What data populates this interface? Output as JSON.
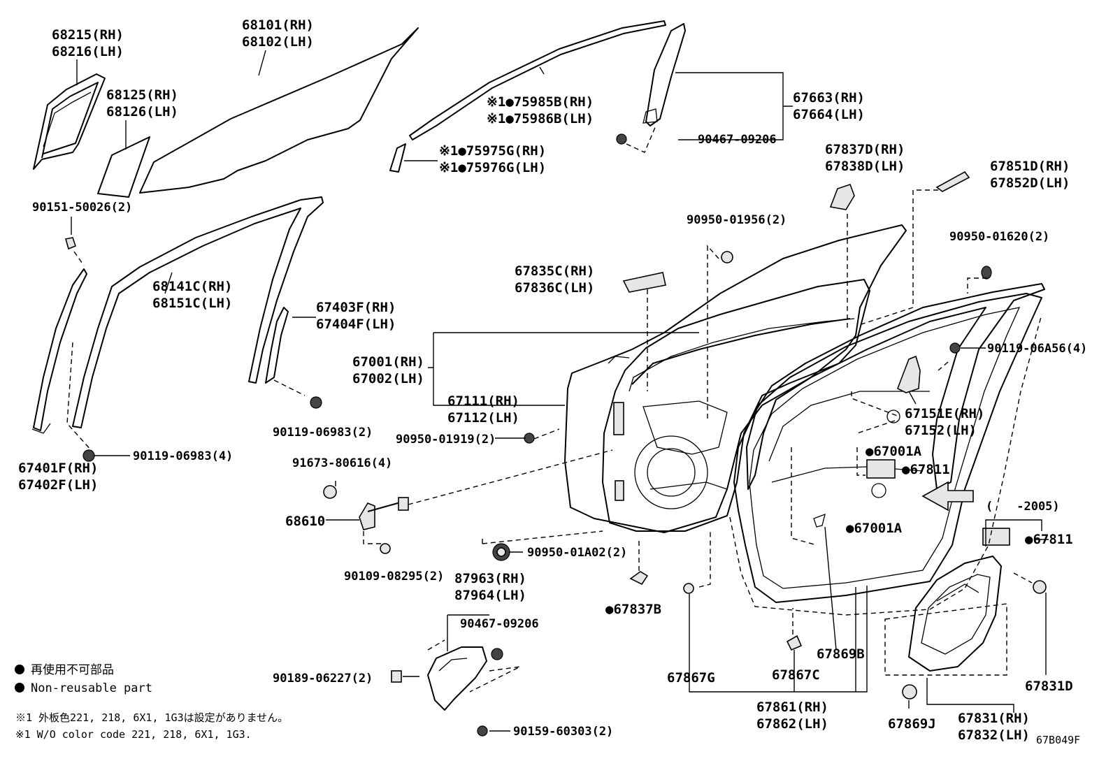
{
  "labels": {
    "p68215": "68215(RH)",
    "p68216": "68216(LH)",
    "p68101": "68101(RH)",
    "p68102": "68102(LH)",
    "p68125": "68125(RH)",
    "p68126": "68126(LH)",
    "p75985b": "※1●75985B(RH)",
    "p75986b": "※1●75986B(LH)",
    "p75975g": "※1●75975G(RH)",
    "p75976g": "※1●75976G(LH)",
    "p67663": "67663(RH)",
    "p67664": "67664(LH)",
    "p90467a": "90467-09206",
    "p90151": "90151-50026(2)",
    "p67837d": "67837D(RH)",
    "p67838d": "67838D(LH)",
    "p67851d": "67851D(RH)",
    "p67852d": "67852D(LH)",
    "p90950_1956": "90950-01956(2)",
    "p90950_1620": "90950-01620(2)",
    "p68141c": "68141C(RH)",
    "p68151c": "68151C(LH)",
    "p67835c": "67835C(RH)",
    "p67836c": "67836C(LH)",
    "p67403f": "67403F(RH)",
    "p67404f": "67404F(LH)",
    "p67001": "67001(RH)",
    "p67002": "67002(LH)",
    "p67111": "67111(RH)",
    "p67112": "67112(LH)",
    "p90119_a56": "90119-06A56(4)",
    "p67151e": "67151E(RH)",
    "p67152": "67152(LH)",
    "p90119_983_2": "90119-06983(2)",
    "p90950_1919": "90950-01919(2)",
    "p67001a1": "●67001A",
    "p67811a": "●67811",
    "p90119_983_4": "90119-06983(4)",
    "p67401f": "67401F(RH)",
    "p67402f": "67402F(LH)",
    "p91673": "91673-80616(4)",
    "p68610": "68610",
    "p67001a2": "●67001A",
    "p2005": "(　　-2005)",
    "p67811b": "●67811",
    "p90950_1a02": "90950-01A02(2)",
    "p90109": "90109-08295(2)",
    "p87963": "87963(RH)",
    "p87964": "87964(LH)",
    "p67837b": "●67837B",
    "p90467b": "90467-09206",
    "p67869b": "67869B",
    "p90189": "90189-06227(2)",
    "p67867g": "67867G",
    "p67867c": "67867C",
    "p67831d": "67831D",
    "p67861": "67861(RH)",
    "p67862": "67862(LH)",
    "p67869j": "67869J",
    "p67831": "67831(RH)",
    "p67832": "67832(LH)",
    "p90159": "90159-60303(2)",
    "code": "67B049F"
  },
  "legend": {
    "jp": "再使用不可部品",
    "en": "Non-reusable part"
  },
  "notes": {
    "jp": "※1 外板色221, 218, 6X1, 1G3は設定がありません。",
    "en": "※1 W/O color code 221, 218, 6X1, 1G3."
  }
}
